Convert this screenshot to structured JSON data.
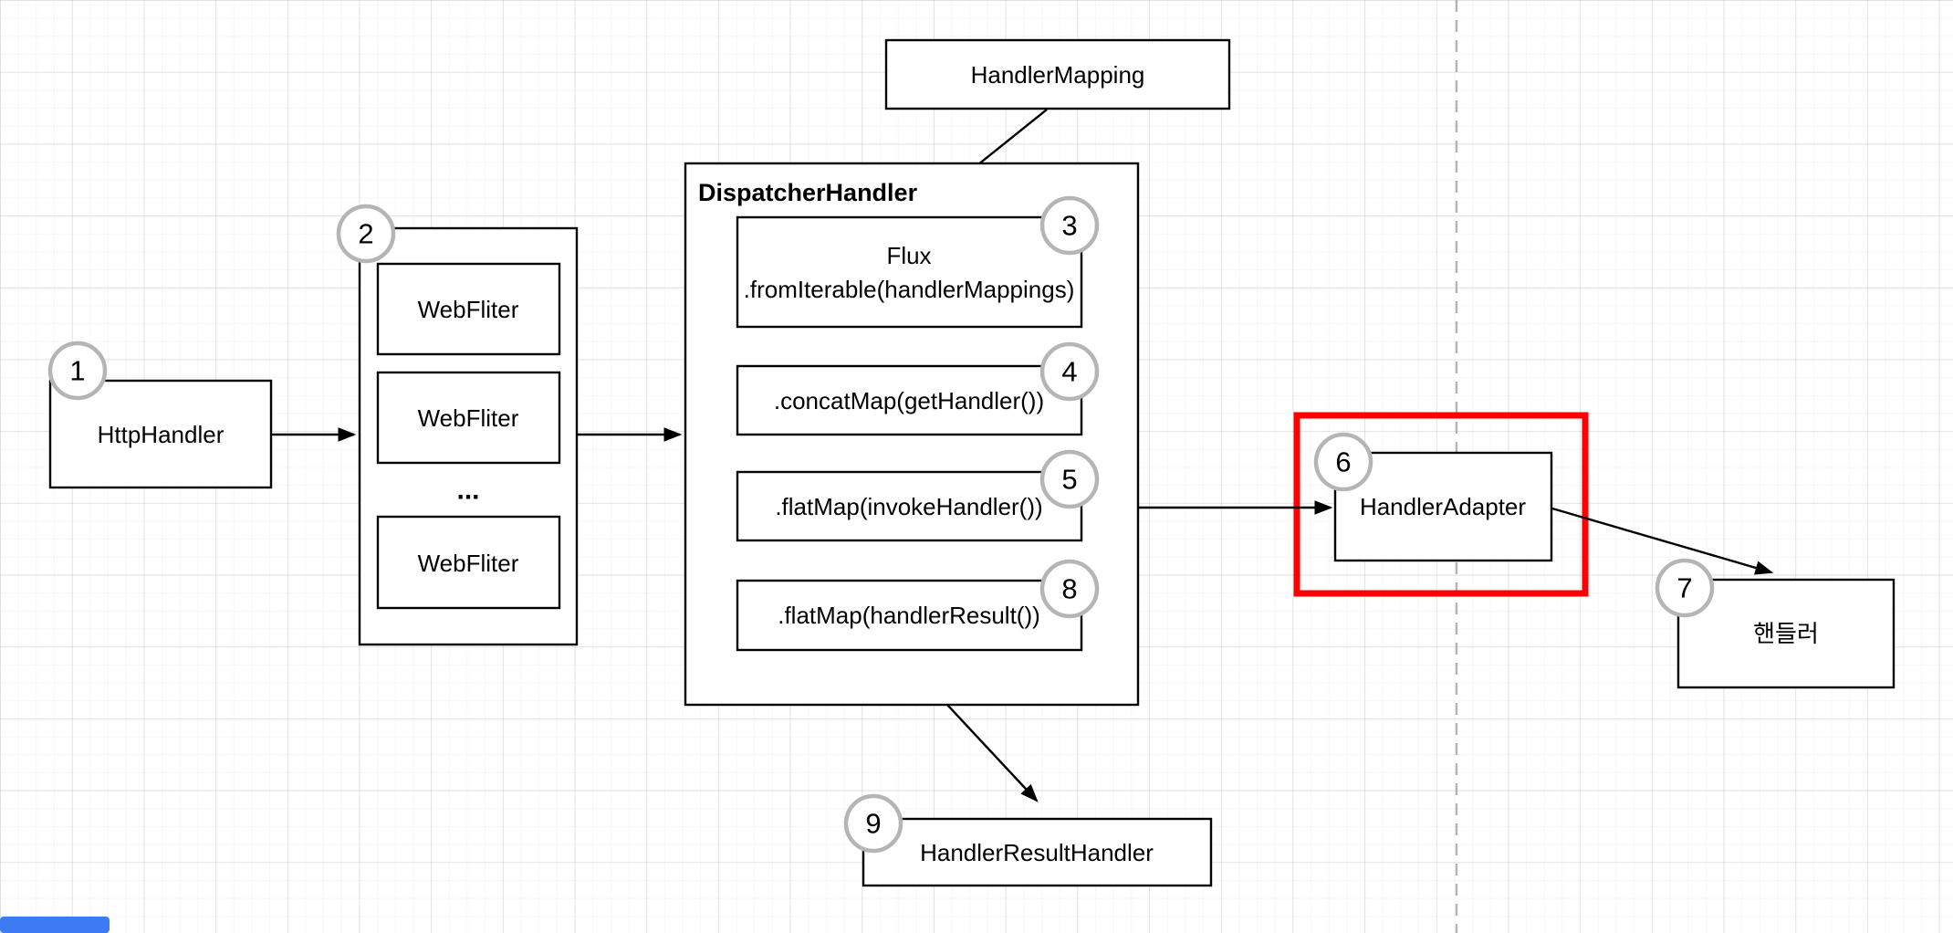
{
  "canvas": {
    "badge_stroke": "#b5b5b5",
    "highlight_color": "#ff0000",
    "divider_color": "#b3b3b3",
    "blue_bar_color": "#3d7bf4"
  },
  "nodes": {
    "handler_mapping": "HandlerMapping",
    "http_handler": "HttpHandler",
    "webfilter_1": "WebFliter",
    "webfilter_2": "WebFliter",
    "webfilter_3": "WebFliter",
    "webfilter_ellipsis": "...",
    "dispatcher_title": "DispatcherHandler",
    "flux_line1": "Flux",
    "flux_line2": ".fromIterable(handlerMappings)",
    "concat_map": ".concatMap(getHandler())",
    "flat_map_invoke": ".flatMap(invokeHandler())",
    "flat_map_result": ".flatMap(handlerResult())",
    "handler_adapter": "HandlerAdapter",
    "handler_korean": "핸들러",
    "handler_result_handler": "HandlerResultHandler"
  },
  "badges": {
    "b1": "1",
    "b2": "2",
    "b3": "3",
    "b4": "4",
    "b5": "5",
    "b6": "6",
    "b7": "7",
    "b8": "8",
    "b9": "9"
  }
}
